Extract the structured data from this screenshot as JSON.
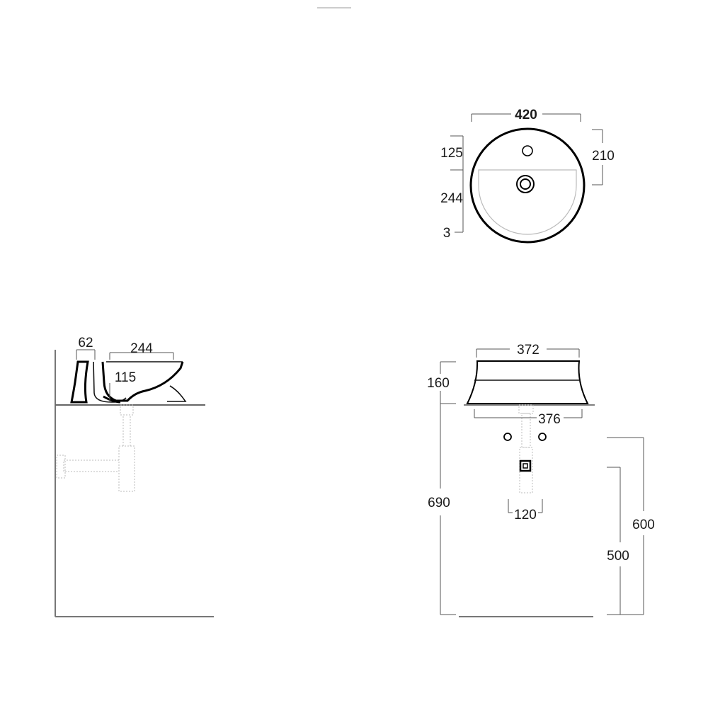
{
  "top_view": {
    "width_label": "420",
    "tap_offset_label": "125",
    "basin_label": "244",
    "rim_label": "3",
    "right_label": "210"
  },
  "side_view": {
    "wall_label": "62",
    "bowl_width_label": "244",
    "depth_label": "115"
  },
  "front_view": {
    "top_width_label": "372",
    "height_label": "160",
    "base_width_label": "376",
    "install_height_label": "690",
    "trap_width_label": "120",
    "supply_height_label": "600",
    "drain_height_label": "500"
  }
}
